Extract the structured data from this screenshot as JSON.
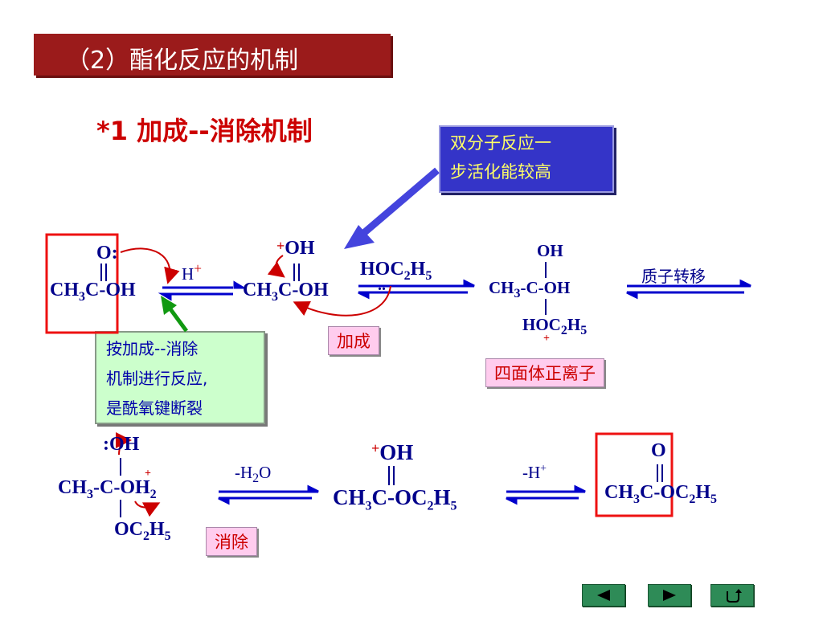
{
  "title": "（2）酯化反应的机制",
  "heading": "*1 加成--消除机制",
  "callouts": {
    "bimolecular_line1": "双分子反应一",
    "bimolecular_line2": "步活化能较高",
    "acyl_line1": "按加成--消除",
    "acyl_line2": "机制进行反应,",
    "acyl_line3": "是酰氧键断裂"
  },
  "labels": {
    "addition": "加成",
    "tetrahedral": "四面体正离子",
    "elimination": "消除",
    "proton_transfer": "质子转移"
  },
  "reagents": {
    "h_plus": "H",
    "minus_h2o": "-H",
    "minus_hplus": "-H"
  },
  "colors": {
    "title_bg": "#9b1b1b",
    "chem_text": "#00008b",
    "highlight_red": "#cc0000",
    "arrow_blue": "#0000cc",
    "callout_blue": "#3434c8",
    "callout_green": "#ccffcc",
    "label_pink": "#ffccee"
  },
  "nav": {
    "prev_icon": "triangle-left-icon",
    "next_icon": "triangle-right-icon",
    "return_icon": "return-icon"
  }
}
